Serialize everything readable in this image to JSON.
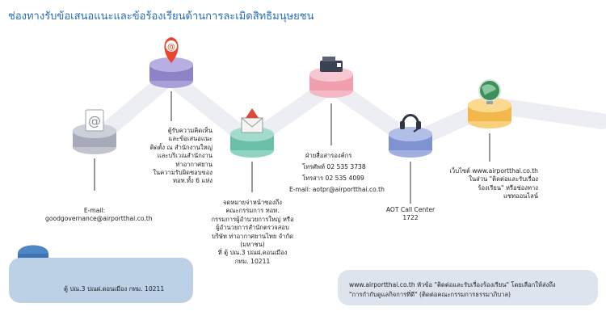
{
  "title": "ช่องทางรับข้อเสนอแนะและข้อร้องเรียนด้านการละเมิดสิทธิมนุษยชน",
  "colors": {
    "title": "#2a6cb7",
    "email": "#9ea3b0",
    "suggestion": "#9b8fd0",
    "letter": "#7dcab5",
    "document": "#f3aebb",
    "callcenter": "#8c9fd8",
    "website": "#f4c86a"
  },
  "icons": {
    "email": "at-sign-icon",
    "suggestion": "map-pin-at-icon",
    "letter": "envelope-icon",
    "document": "fax-icon",
    "callcenter": "headset-icon",
    "website": "globe-icon",
    "mailbox": "mailbox-icon"
  },
  "channels": {
    "email": {
      "label": "E-mail:",
      "value": "goodgovernance@airportthai.co.th"
    },
    "suggestion": {
      "lines": [
        "ตู้รับความคิดเห็น",
        "และข้อเสนอแนะ",
        "ติดตั้ง ณ สำนักงานใหญ่",
        "และบริเวณสำนักงาน",
        "ท่าอากาศยาน",
        "ในความรับผิดชอบของ",
        "ทอท.ทั้ง 6 แห่ง"
      ]
    },
    "letter": {
      "lines": [
        "จดหมายจ่าหน้าซองถึง",
        "คณะกรรมการ ทอท.",
        "กรรมการผู้อำนวยการใหญ่ หรือ",
        "ผู้อำนวยการสำนักตรวจสอบ",
        "บริษัท ท่าอากาศยานไทย จำกัด",
        "(มหาชน)",
        "ที่ ตู้ ปณ.3 ปณฝ.ดอนเมือง",
        "กทม. 10211"
      ]
    },
    "document": {
      "lines": [
        "ฝ่ายสื่อสารองค์กร",
        "โทรศัพท์ 02 535 3738",
        "โทรสาร 02 535 4099",
        "E-mail: aotpr@airportthai.co.th"
      ]
    },
    "callcenter": {
      "lines": [
        "AOT Call Center",
        "1722"
      ]
    },
    "website": {
      "lines": [
        "เว็บไซต์ www.airportthai.co.th",
        "ในส่วน \"ติดต่อและรับเรื่อง",
        "ร้องเรียน\" หรือช่องทาง",
        "แชทออนไลน์"
      ]
    }
  },
  "mailbox_box": {
    "text": "ตู้ ปณ.3 ปณฝ.ดอนเมือง กทม. 10211"
  },
  "web_box": {
    "line1": "www.airportthai.co.th หัวข้อ \"ติดต่อและรับเรื่องร้องเรียน\" โดยเลือกให้ส่งถึง",
    "line2": "\"การกำกับดูแลกิจการที่ดี\" (ติดต่อคณะกรรมการธรรมาภิบาล)"
  }
}
